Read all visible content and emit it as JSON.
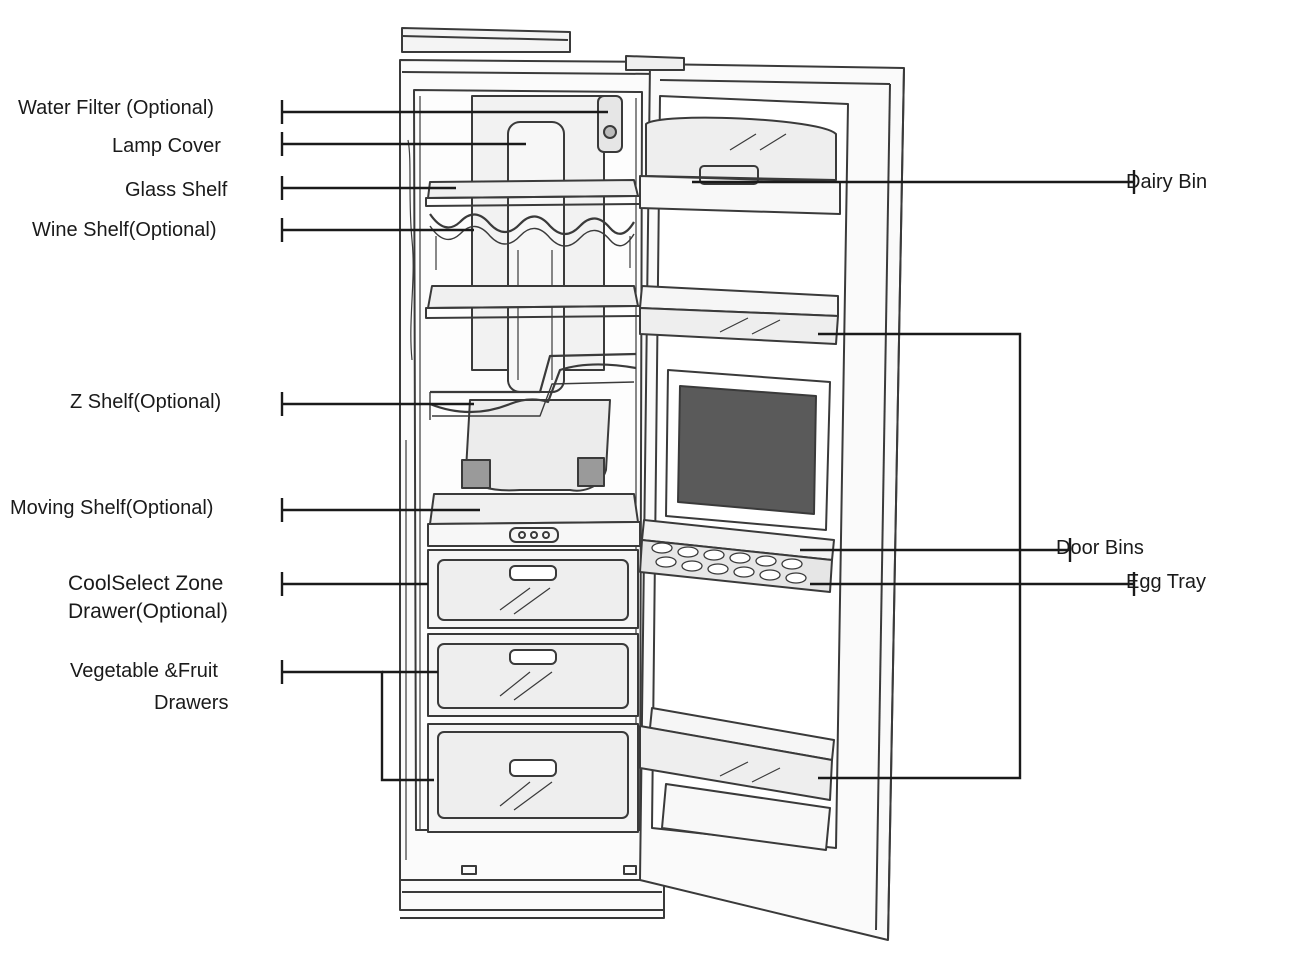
{
  "labels": {
    "water_filter": "Water Filter (Optional)",
    "lamp_cover": "Lamp Cover",
    "glass_shelf": "Glass Shelf",
    "wine_shelf": "Wine Shelf(Optional)",
    "z_shelf": "Z Shelf(Optional)",
    "moving_shelf": "Moving Shelf(Optional)",
    "coolselect_line1": "CoolSelect Zone",
    "coolselect_line2": "Drawer(Optional)",
    "veg_line1": "Vegetable &Fruit",
    "veg_line2": "Drawers",
    "dairy_bin": "Dairy Bin",
    "door_bins": "Door Bins",
    "egg_tray": "Egg Tray"
  },
  "colors": {
    "line": "#1a1a1a",
    "outline": "#3a3a3a",
    "fill_light": "#eeeeee",
    "fill_mid": "#dddddd",
    "screen": "#5a5a5a"
  }
}
